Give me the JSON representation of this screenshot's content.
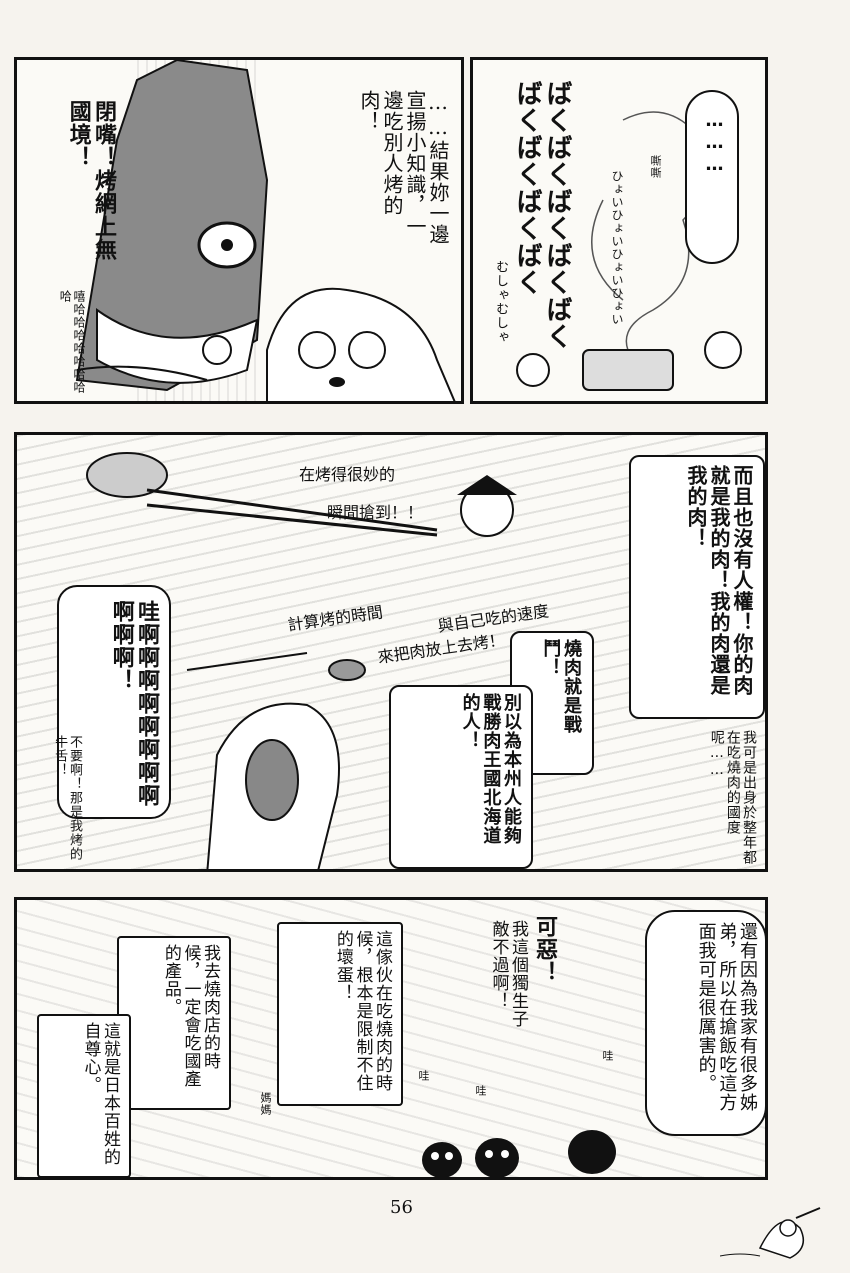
{
  "page_number": "56",
  "panel1": {
    "shout": "閉嘴！烤網上無國境！",
    "reply": "……結果妳一邊宣揚小知識，一邊吃別人烤的肉！",
    "laugh": "嘻哈哈哈哈哈哈哈哈"
  },
  "panel2": {
    "silence": "………",
    "sfx_eat": "ばくばくばくばくばくばくばくばくばく",
    "sfx_hyoi": "ひょいひょいひょいひょい",
    "sfx_mushya": "むしゃむしゃ",
    "sfx_sizzle": "嘶嘶"
  },
  "panel3": {
    "caption_grab_1": "在烤得很妙的",
    "caption_grab_2": "瞬間搶到！！",
    "rights": "而且也沒有人權！你的肉就是我的肉！我的肉還是我的肉！",
    "calc_1": "計算烤的時間",
    "calc_2": "與自己吃的速度",
    "calc_3": "來把肉放上去烤！",
    "battle": "燒肉就是戰鬥！",
    "honshu": "別以為本州人能夠戰勝肉王國北海道的人！",
    "scream": "哇啊啊啊啊啊啊啊啊啊啊啊！",
    "nooo": "不要啊！那是我烤的牛舌！",
    "veteran": "我可是出身於整年都在吃燒肉的國度呢……"
  },
  "panel4": {
    "family": "還有因為我家有很多姊弟，所以在搶飯吃這方面我可是很厲害的。",
    "damn": "可惡！",
    "only_child": "我這個獨生子敵不過啊！",
    "this_guy": "這傢伙在吃燒肉的時候，根本是限制不住的壞蛋！",
    "yakiniku": "我去燒肉店的時候，一定會吃國產的產品。",
    "pride": "這就是日本百姓的自尊心。",
    "wa1": "哇",
    "wa2": "哇",
    "wa3": "哇",
    "mama": "媽媽"
  }
}
